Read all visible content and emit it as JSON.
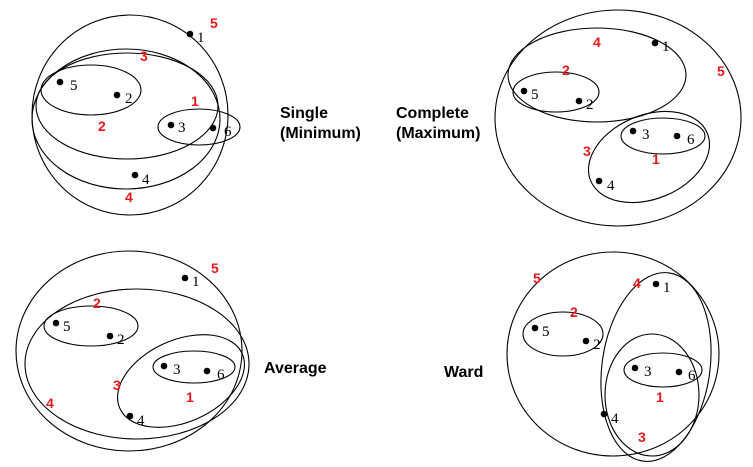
{
  "colors": {
    "merge_order": "#e8191b",
    "ink": "#000000"
  },
  "panels": [
    {
      "id": "single",
      "title_lines": [
        "Single",
        "(Minimum)"
      ],
      "points": [
        "1",
        "5",
        "2",
        "3",
        "6",
        "4"
      ],
      "merge_labels": [
        "5",
        "3",
        "1",
        "2",
        "4"
      ]
    },
    {
      "id": "complete",
      "title_lines": [
        "Complete",
        "(Maximum)"
      ],
      "points": [
        "1",
        "5",
        "2",
        "3",
        "6",
        "4"
      ],
      "merge_labels": [
        "4",
        "2",
        "5",
        "3",
        "1"
      ]
    },
    {
      "id": "average",
      "title_lines": [
        "Average"
      ],
      "points": [
        "1",
        "5",
        "2",
        "3",
        "6",
        "4"
      ],
      "merge_labels": [
        "5",
        "2",
        "3",
        "1",
        "4"
      ]
    },
    {
      "id": "ward",
      "title_lines": [
        "Ward"
      ],
      "points": [
        "1",
        "5",
        "2",
        "3",
        "6",
        "4"
      ],
      "merge_labels": [
        "5",
        "4",
        "2",
        "1",
        "3"
      ]
    }
  ]
}
